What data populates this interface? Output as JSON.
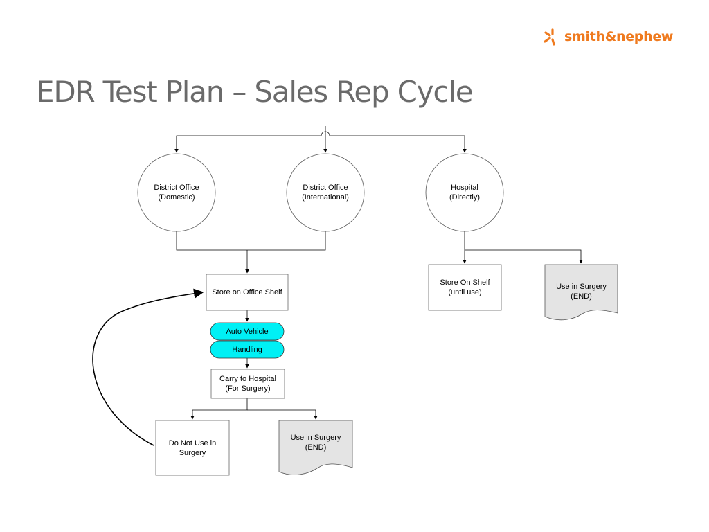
{
  "header": {
    "logo_text": "smith&nephew",
    "title": "EDR Test Plan – Sales Rep Cycle"
  },
  "colors": {
    "brand": "#ef7a1e",
    "title": "#6a6a6a",
    "handling_fill": "#00f0f5",
    "end_fill": "#e4e4e4"
  },
  "nodes": {
    "district_domestic": {
      "line1": "District Office",
      "line2": "(Domestic)"
    },
    "district_international": {
      "line1": "District Office",
      "line2": "(International)"
    },
    "hospital": {
      "line1": "Hospital",
      "line2": "(Directly)"
    },
    "store_office": {
      "line1": "Store on Office Shelf"
    },
    "auto_vehicle": {
      "line1": "Auto Vehicle"
    },
    "handling": {
      "line1": "Handling"
    },
    "carry_hospital": {
      "line1": "Carry to Hospital",
      "line2": "(For Surgery)"
    },
    "do_not_use": {
      "line1": "Do Not Use in",
      "line2": "Surgery"
    },
    "use_surgery_left": {
      "line1": "Use in Surgery",
      "line2": "(END)"
    },
    "store_on_shelf": {
      "line1": "Store On Shelf",
      "line2": "(until use)"
    },
    "use_surgery_right": {
      "line1": "Use in Surgery",
      "line2": "(END)"
    }
  }
}
